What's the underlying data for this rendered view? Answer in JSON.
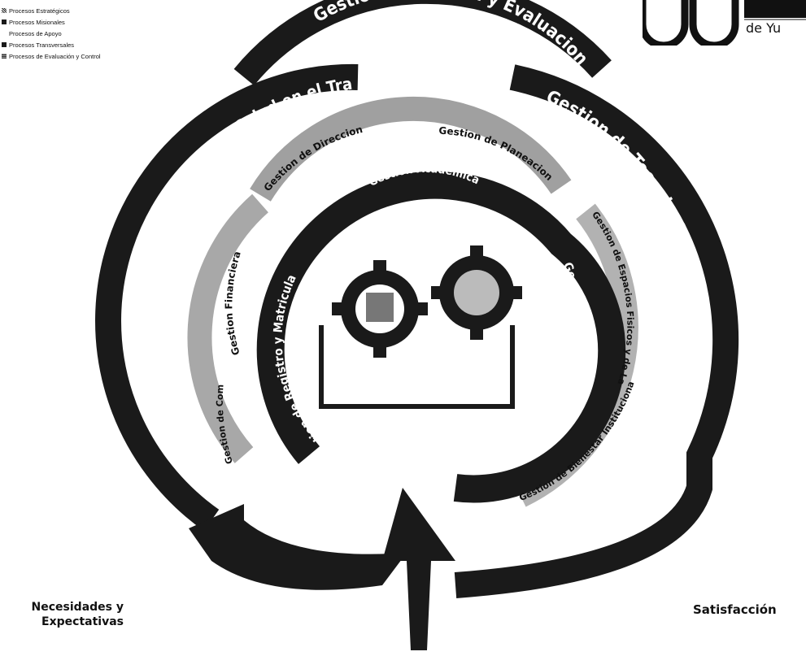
{
  "legend": [
    {
      "label": "Procesos Estratégicos",
      "swatch": "hatch"
    },
    {
      "label": "Procesos Misionales",
      "swatch": "solid"
    },
    {
      "label": "Procesos de Apoyo",
      "swatch": "none"
    },
    {
      "label": "Procesos Transversales",
      "swatch": "solid"
    },
    {
      "label": "Procesos de Evaluación y Control",
      "swatch": "dot"
    }
  ],
  "rings": {
    "control": "Gestion de Control y Evaluacion",
    "tecnologia": "Gestion de Tecnologiade la Informacion y la Comunicacion",
    "talento": "Gestion del Talento Humano y de Seguridad y Salud en el Trabajo"
  },
  "inner": {
    "academica": "Gestion Academica",
    "registro": "Gestion de Registro y Matricula",
    "responsabilidad": "Gestion de Responsabilidad Social",
    "direccion": "Gestion de Direccion",
    "planeacion": "Gestion de Planeacion",
    "financiera": "Gestion Financiera",
    "laboratorios": "Gestion de Espacios Fisicos y de Laboratorios",
    "compras": "Gestion de Compras",
    "bienestar": "Gestion de Bienestar Institucional"
  },
  "footer": {
    "left": "Necesidades y Expectativas",
    "right": "Satisfacción"
  },
  "logo": {
    "text": "de Yu"
  },
  "colors": {
    "ring": "#1a1a1a",
    "grey": "#9a9a9a",
    "white": "#ffffff"
  }
}
